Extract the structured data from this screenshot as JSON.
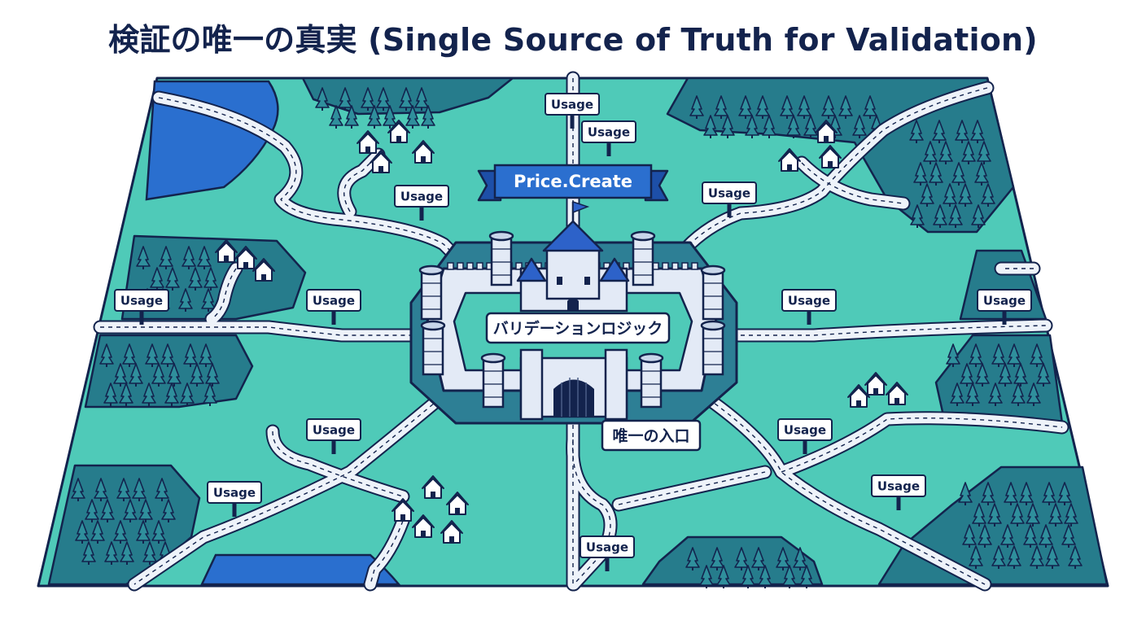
{
  "title": "検証の唯一の真実 (Single Source of Truth for Validation)",
  "banner": "Price.Create",
  "castle_label": "バリデーションロジック",
  "gate_label": "唯一の入口",
  "usage_label": "Usage",
  "colors": {
    "outline": "#13234d",
    "land": "#4fcab8",
    "forest": "#267c8c",
    "water": "#2a6fcf",
    "road": "#eef3fa",
    "castle_wall": "#e3eaf6",
    "roof": "#2d62c9",
    "banner": "#2b6fcf"
  }
}
